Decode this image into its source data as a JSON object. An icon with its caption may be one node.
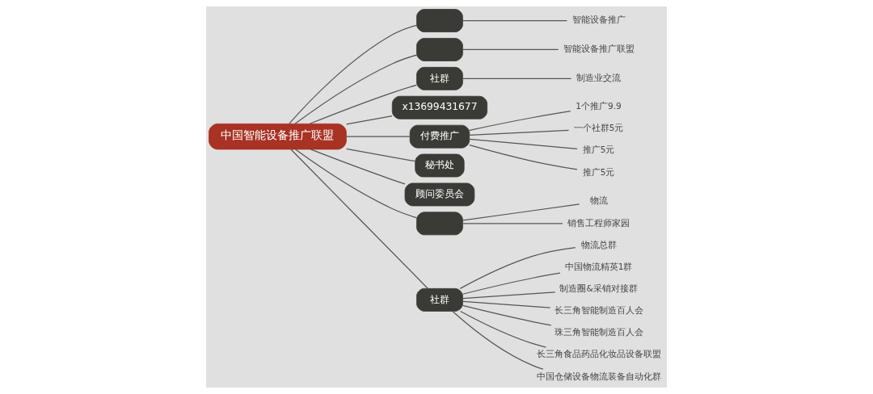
{
  "diagram": {
    "nodes": [
      {
        "text": [
          "中国智能设备推广联盟"
        ]
      },
      {
        "text": [],
        "shape": "box"
      },
      {
        "text": [
          "智能设备推广"
        ]
      },
      {
        "text": [],
        "shape": "box"
      },
      {
        "text": [
          "智能设备推广联盟"
        ]
      },
      {
        "text": [
          "社群"
        ]
      },
      {
        "text": [
          "制造业交流"
        ]
      },
      {
        "text": [
          "x13699431677"
        ]
      },
      {
        "text": [
          "付费推广"
        ]
      },
      {
        "text": [
          "1个推广9.9"
        ]
      },
      {
        "text": [
          "一个社群5元"
        ]
      },
      {
        "text": [
          "推广5元"
        ]
      },
      {
        "text": [
          "推广5元"
        ]
      },
      {
        "text": [
          "秘书处"
        ]
      },
      {
        "text": [
          "顾问委员会"
        ]
      },
      {
        "text": [],
        "shape": "box"
      },
      {
        "text": [
          "物流"
        ]
      },
      {
        "text": [
          "销售工程师家园"
        ]
      },
      {
        "text": [
          "社群"
        ]
      },
      {
        "text": [
          "物流总群"
        ]
      },
      {
        "text": [
          "中国物流精英1群"
        ]
      },
      {
        "text": [
          "制造圈&采销对接群"
        ]
      },
      {
        "text": [
          "长三角智能制造百人会"
        ]
      },
      {
        "text": [
          "珠三角智能制造百人会"
        ]
      },
      {
        "text": [
          "长三角食品药品化妆品设备联盟"
        ]
      },
      {
        "text": [
          "中国仓储设备物流装备自动化群"
        ]
      }
    ],
    "edges": [
      {
        "from": 0,
        "to": 1,
        "arrow": "none"
      },
      {
        "from": 1,
        "to": 2,
        "arrow": "none"
      },
      {
        "from": 0,
        "to": 3,
        "arrow": "none"
      },
      {
        "from": 3,
        "to": 4,
        "arrow": "none"
      },
      {
        "from": 0,
        "to": 5,
        "arrow": "none"
      },
      {
        "from": 5,
        "to": 6,
        "arrow": "none"
      },
      {
        "from": 0,
        "to": 7,
        "arrow": "none"
      },
      {
        "from": 0,
        "to": 8,
        "arrow": "none"
      },
      {
        "from": 8,
        "to": 9,
        "arrow": "none"
      },
      {
        "from": 8,
        "to": 10,
        "arrow": "none"
      },
      {
        "from": 8,
        "to": 11,
        "arrow": "none"
      },
      {
        "from": 8,
        "to": 12,
        "arrow": "none"
      },
      {
        "from": 0,
        "to": 13,
        "arrow": "none"
      },
      {
        "from": 0,
        "to": 14,
        "arrow": "none"
      },
      {
        "from": 0,
        "to": 15,
        "arrow": "none"
      },
      {
        "from": 15,
        "to": 16,
        "arrow": "none"
      },
      {
        "from": 15,
        "to": 17,
        "arrow": "none"
      },
      {
        "from": 0,
        "to": 18,
        "arrow": "none"
      },
      {
        "from": 18,
        "to": 19,
        "arrow": "none"
      },
      {
        "from": 18,
        "to": 20,
        "arrow": "none"
      },
      {
        "from": 18,
        "to": 21,
        "arrow": "none"
      },
      {
        "from": 18,
        "to": 22,
        "arrow": "none"
      },
      {
        "from": 18,
        "to": 23,
        "arrow": "none"
      },
      {
        "from": 18,
        "to": 24,
        "arrow": "none"
      },
      {
        "from": 18,
        "to": 25,
        "arrow": "none"
      }
    ]
  }
}
